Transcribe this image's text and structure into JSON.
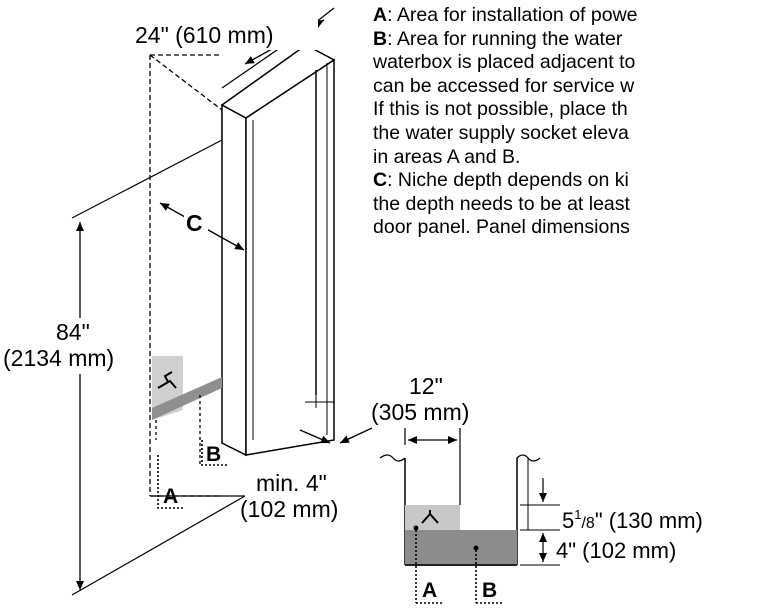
{
  "dimensions": {
    "width_label": "24\" (610 mm)",
    "height_in": "84\"",
    "height_mm": "(2134 mm)",
    "depth_label": "C",
    "min_gap_in": "min. 4\"",
    "min_gap_mm": "(102 mm)",
    "detail_width_in": "12\"",
    "detail_width_mm": "(305 mm)",
    "detail_upper_whole": "5",
    "detail_upper_num": "1",
    "detail_upper_den": "/8",
    "detail_upper_rest": "\" (130 mm)",
    "detail_lower": "4\" (102 mm)"
  },
  "area_labels": {
    "a": "A",
    "b": "B"
  },
  "notes": [
    {
      "key": "A",
      "lines": [
        ": Area for installation of powe"
      ]
    },
    {
      "key": "B",
      "lines": [
        ": Area for running the water",
        "waterbox is placed adjacent to",
        "can be accessed for service w",
        "If this is not possible, place th",
        "the water supply socket eleva",
        "in areas A and B."
      ]
    },
    {
      "key": "C",
      "lines": [
        ": Niche depth depends on ki",
        "the depth needs to be at least",
        "door panel. Panel dimensions"
      ]
    }
  ],
  "colors": {
    "area_a": "#cfcfcf",
    "area_b": "#8f8f8f",
    "detail_upper": "#c8c8c8",
    "detail_lower": "#8c8c8c"
  },
  "icons": [
    "water-tap-icon"
  ]
}
